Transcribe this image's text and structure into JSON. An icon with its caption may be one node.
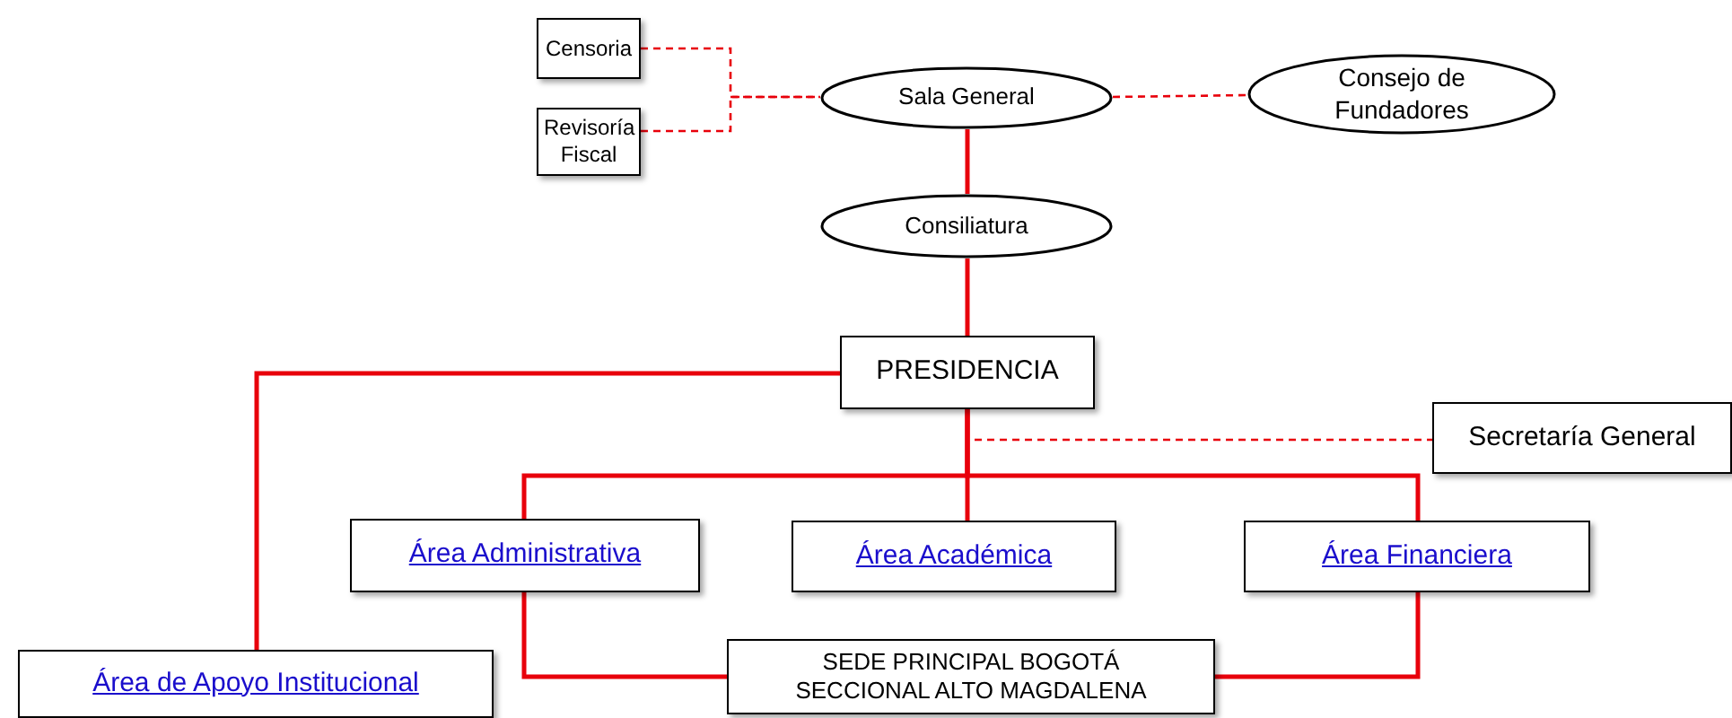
{
  "diagram": {
    "nodes": [
      {
        "text": [
          "Censoria"
        ]
      },
      {
        "text": [
          "Revisoría Fiscal"
        ]
      },
      {
        "text": [
          "Sala General"
        ]
      },
      {
        "text": [
          "Consejo de Fundadores"
        ]
      },
      {
        "text": [
          "Consiliatura"
        ]
      },
      {
        "text": [
          "PRESIDENCIA"
        ]
      },
      {
        "text": [
          "Secretaría General"
        ]
      },
      {
        "text": [
          "Área Administrativa"
        ]
      },
      {
        "text": [
          "Área Académica"
        ]
      },
      {
        "text": [
          "Área Financiera"
        ]
      },
      {
        "text": [
          "Área de Apoyo Institucional"
        ]
      },
      {
        "text": [
          "SEDE PRINCIPAL BOGOTÁ",
          "SECCIONAL ALTO MAGDALENA"
        ]
      }
    ],
    "edges": [
      {
        "from": 0,
        "to": 2,
        "arrow": "none",
        "style": "dashed"
      },
      {
        "from": 1,
        "to": 2,
        "arrow": "none",
        "style": "dashed"
      },
      {
        "from": 2,
        "to": 3,
        "arrow": "none",
        "style": "dashed"
      },
      {
        "from": 2,
        "to": 4,
        "arrow": "none"
      },
      {
        "from": 4,
        "to": 5,
        "arrow": "none"
      },
      {
        "from": 5,
        "to": 10,
        "arrow": "none"
      },
      {
        "from": 5,
        "to": 6,
        "arrow": "none",
        "style": "dashed"
      },
      {
        "from": 5,
        "to": 7,
        "arrow": "none"
      },
      {
        "from": 5,
        "to": 8,
        "arrow": "none"
      },
      {
        "from": 5,
        "to": 9,
        "arrow": "none"
      },
      {
        "from": 7,
        "to": 11,
        "arrow": "none"
      },
      {
        "from": 9,
        "to": 11,
        "arrow": "none"
      }
    ]
  }
}
